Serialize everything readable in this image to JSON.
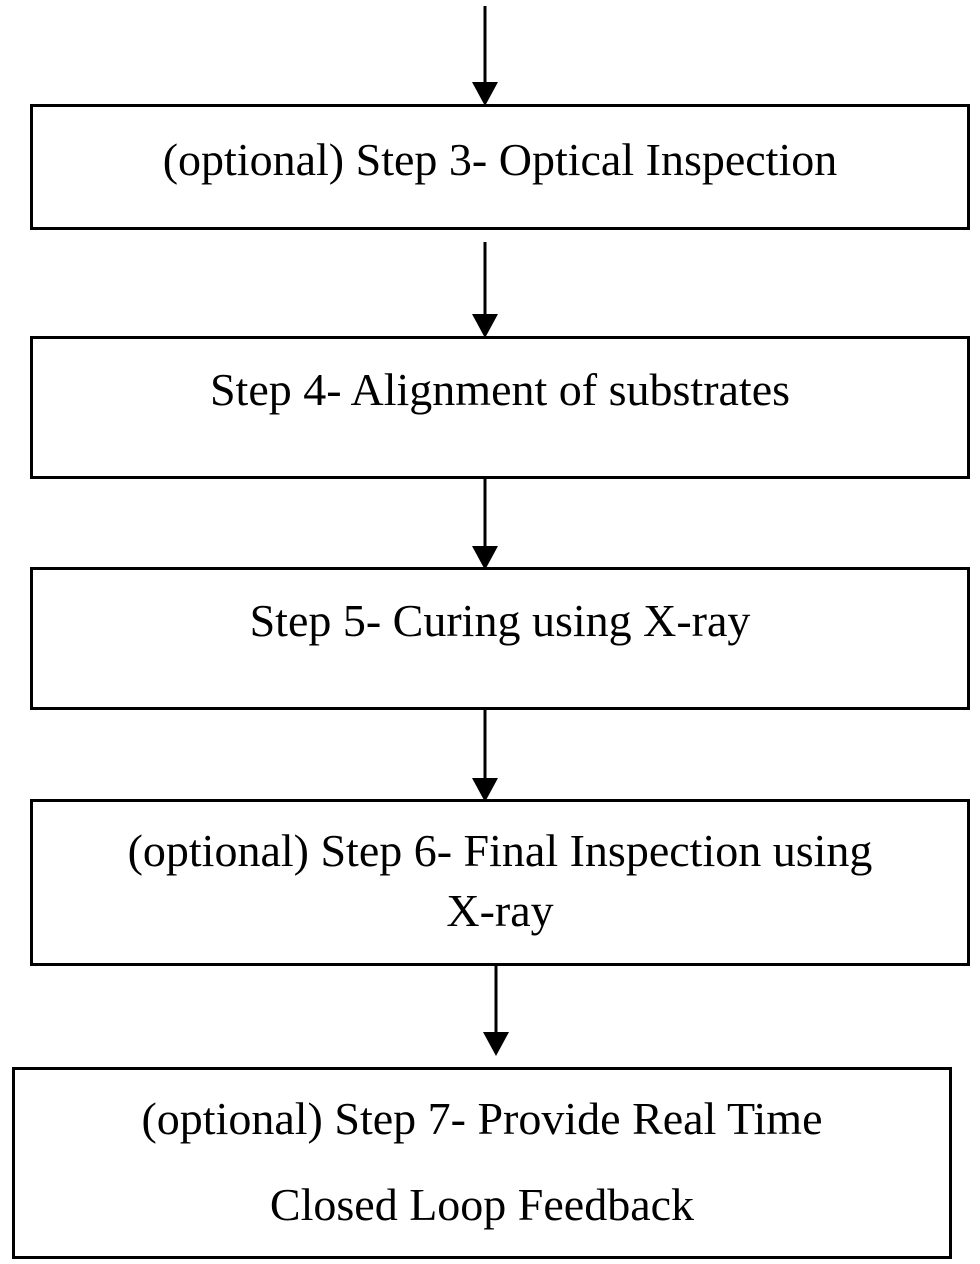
{
  "steps": [
    {
      "line1": "(optional) Step 3- Optical Inspection"
    },
    {
      "line1": "Step 4- Alignment of substrates"
    },
    {
      "line1": "Step 5- Curing using X-ray"
    },
    {
      "line1": "(optional) Step 6- Final Inspection using",
      "line2": "X-ray"
    },
    {
      "line1": "(optional) Step 7- Provide Real Time",
      "line2": "Closed Loop Feedback"
    }
  ]
}
